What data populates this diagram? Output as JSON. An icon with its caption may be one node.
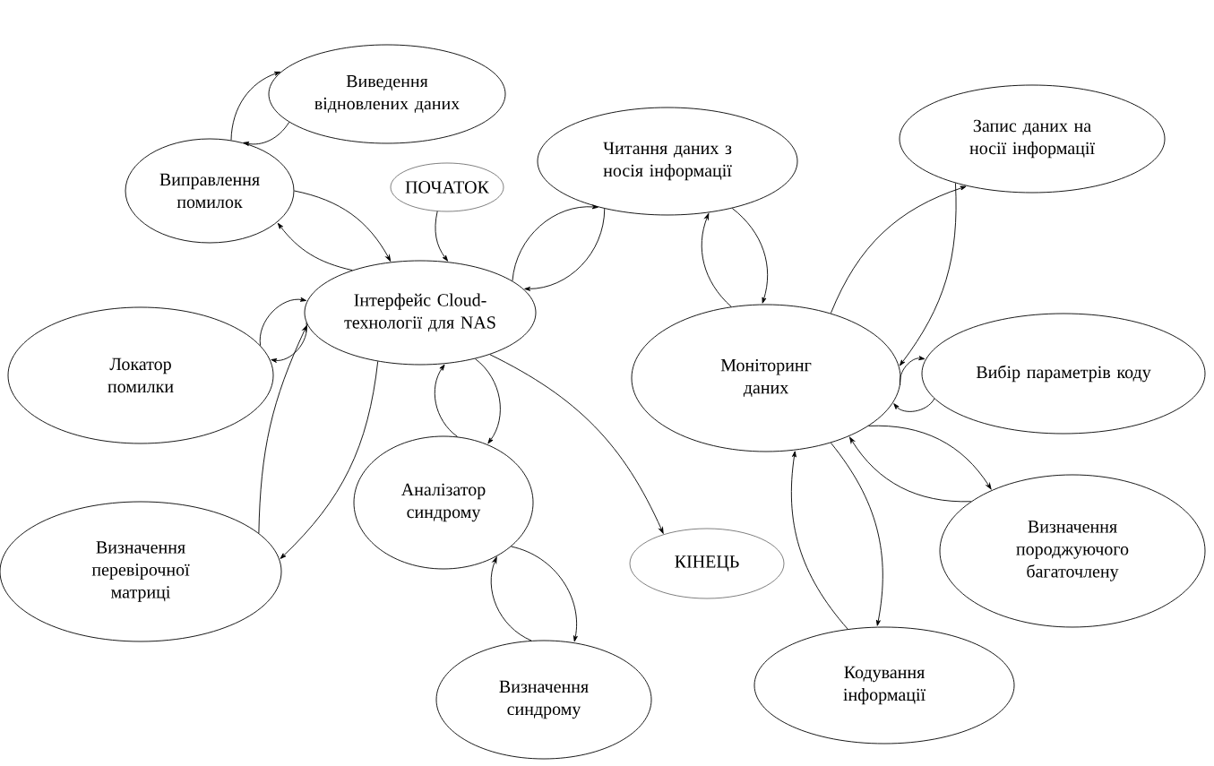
{
  "diagram": {
    "nodes": [
      {
        "text": [
          "Виведення відновлених даних"
        ]
      },
      {
        "text": [
          "Виправлення помилок"
        ]
      },
      {
        "text": [
          "ПОЧАТОК"
        ]
      },
      {
        "text": [
          "Читання даних з носія інформації"
        ]
      },
      {
        "text": [
          "Запис даних на носії інформації"
        ]
      },
      {
        "text": [
          "Інтерфейс Cloud-технології для NAS"
        ]
      },
      {
        "text": [
          "Локатор помилки"
        ]
      },
      {
        "text": [
          "Вибір параметрів коду"
        ]
      },
      {
        "text": [
          "Моніторинг даних"
        ]
      },
      {
        "text": [
          "Аналізатор синдрому"
        ]
      },
      {
        "text": [
          "КІНЕЦЬ"
        ]
      },
      {
        "text": [
          "Визначення перевірочної матриці"
        ]
      },
      {
        "text": [
          "Визначення породжуючого багаточлену"
        ]
      },
      {
        "text": [
          "Визначення синдрому"
        ]
      },
      {
        "text": [
          "Кодування інформації"
        ]
      }
    ],
    "edges": [
      {
        "from": 1,
        "to": 0,
        "arrow": "to"
      },
      {
        "from": 0,
        "to": 1,
        "arrow": "to"
      },
      {
        "from": 1,
        "to": 5,
        "arrow": "to"
      },
      {
        "from": 5,
        "to": 1,
        "arrow": "to"
      },
      {
        "from": 2,
        "to": 5,
        "arrow": "to"
      },
      {
        "from": 5,
        "to": 3,
        "arrow": "to"
      },
      {
        "from": 3,
        "to": 5,
        "arrow": "to"
      },
      {
        "from": 6,
        "to": 5,
        "arrow": "to"
      },
      {
        "from": 5,
        "to": 6,
        "arrow": "to"
      },
      {
        "from": 11,
        "to": 5,
        "arrow": "to"
      },
      {
        "from": 5,
        "to": 11,
        "arrow": "to"
      },
      {
        "from": 9,
        "to": 5,
        "arrow": "to"
      },
      {
        "from": 5,
        "to": 9,
        "arrow": "to"
      },
      {
        "from": 5,
        "to": 10,
        "arrow": "to"
      },
      {
        "from": 9,
        "to": 13,
        "arrow": "to"
      },
      {
        "from": 13,
        "to": 9,
        "arrow": "to"
      },
      {
        "from": 8,
        "to": 3,
        "arrow": "to"
      },
      {
        "from": 3,
        "to": 8,
        "arrow": "to"
      },
      {
        "from": 8,
        "to": 4,
        "arrow": "to"
      },
      {
        "from": 4,
        "to": 8,
        "arrow": "to"
      },
      {
        "from": 8,
        "to": 7,
        "arrow": "to"
      },
      {
        "from": 7,
        "to": 8,
        "arrow": "to"
      },
      {
        "from": 8,
        "to": 12,
        "arrow": "to"
      },
      {
        "from": 12,
        "to": 8,
        "arrow": "to"
      },
      {
        "from": 8,
        "to": 14,
        "arrow": "to"
      },
      {
        "from": 14,
        "to": 8,
        "arrow": "to"
      }
    ]
  }
}
